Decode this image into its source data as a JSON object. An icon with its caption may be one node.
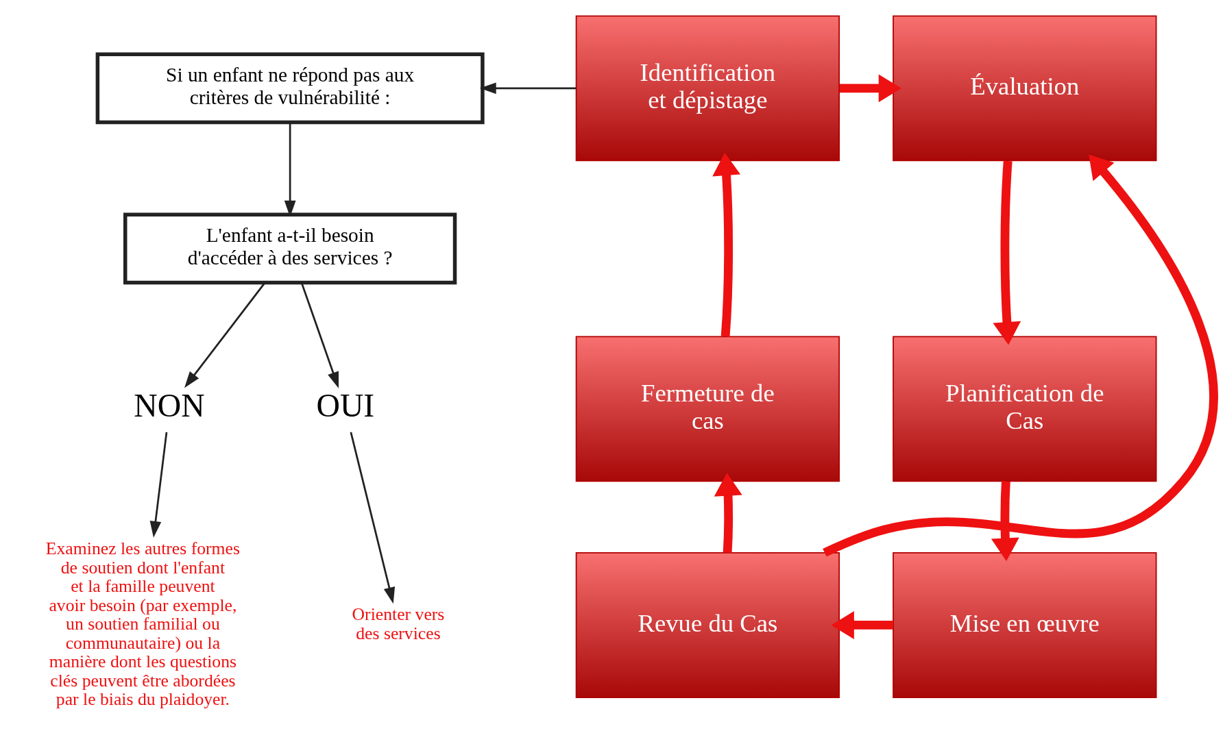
{
  "diagram": {
    "nodes": [
      {
        "text": [
          "Si un enfant ne répond pas aux critères de vulnérabilité :"
        ]
      },
      {
        "text": [
          "L'enfant a-t-il besoin d'accéder à des services ?"
        ]
      },
      {
        "text": [
          "NON"
        ]
      },
      {
        "text": [
          "OUI"
        ]
      },
      {
        "text": [
          "Examinez les autres formes de soutien dont l'enfant et la famille peuvent avoir besoin (par exemple, un soutien familial ou communautaire) ou la manière dont les questions clés peuvent être abordées par le biais du plaidoyer."
        ]
      },
      {
        "text": [
          "Orienter vers des services"
        ]
      },
      {
        "text": [
          "Identification et dépistage"
        ]
      },
      {
        "text": [
          "Évaluation"
        ]
      },
      {
        "text": [
          "Planification de Cas"
        ]
      },
      {
        "text": [
          "Mise en œuvre"
        ]
      },
      {
        "text": [
          "Revue du Cas"
        ]
      },
      {
        "text": [
          "Fermeture de cas"
        ]
      }
    ],
    "edges": [
      {
        "from": 6,
        "to": 0,
        "arrow": "to",
        "color": "#222222"
      },
      {
        "from": 0,
        "to": 1,
        "arrow": "to",
        "color": "#222222"
      },
      {
        "from": 1,
        "to": 2,
        "arrow": "to",
        "color": "#222222"
      },
      {
        "from": 1,
        "to": 3,
        "arrow": "to",
        "color": "#222222"
      },
      {
        "from": 2,
        "to": 4,
        "arrow": "to",
        "color": "#222222"
      },
      {
        "from": 3,
        "to": 5,
        "arrow": "to",
        "color": "#222222"
      },
      {
        "from": 6,
        "to": 7,
        "arrow": "to"
      },
      {
        "from": 7,
        "to": 8,
        "arrow": "to"
      },
      {
        "from": 8,
        "to": 9,
        "arrow": "to"
      },
      {
        "from": 9,
        "to": 10,
        "arrow": "to"
      },
      {
        "from": 10,
        "to": 11,
        "arrow": "to"
      },
      {
        "from": 11,
        "to": 6,
        "arrow": "to"
      },
      {
        "from": 10,
        "to": 7,
        "arrow": "to"
      }
    ]
  }
}
